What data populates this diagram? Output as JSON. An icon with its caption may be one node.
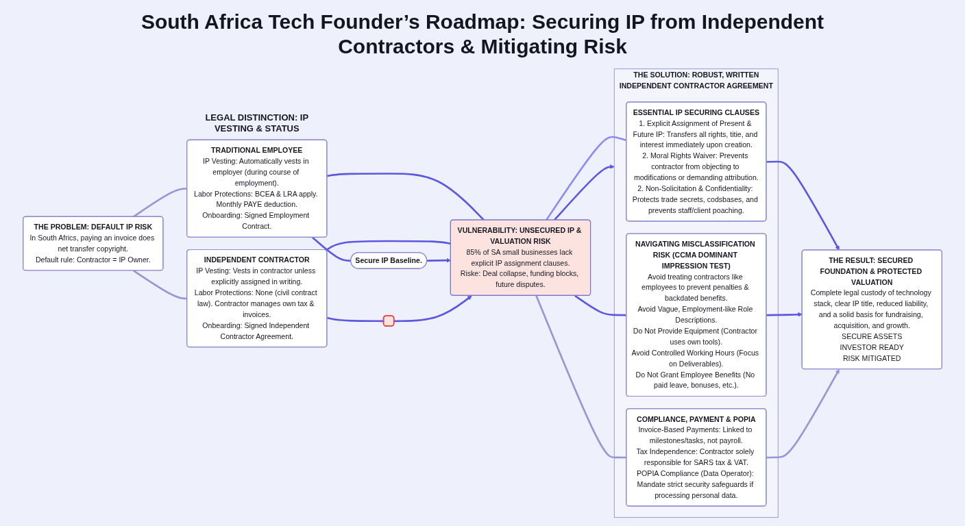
{
  "diagram": {
    "title": "South Africa Tech Founder’s Roadmap: Securing IP from Independent Contractors & Mitigating Risk",
    "nodes": [
      {
        "text": [
          "THE PROBLEM: DEFAULT IP RISK",
          "In South Africs, paying an invoice does net transfer copyright.",
          "Default rule: Contractor = IP Owner."
        ]
      },
      {
        "text": [
          "TRADITIONAL EMPLOYEE",
          "IP Vesting: Automatically vests in employer (during course of employment).",
          "Labor Protections: BCEA & LRA apply. Monthly PAYE deduction.",
          "Onboarding: Signed Employment Contract."
        ]
      },
      {
        "text": [
          "INDEPENDENT CONTRACTOR",
          "IP Vesting: Vests in contractor unless explicitly assigned in writing.",
          "Labor Protections: None (civil contract law). Contractor manages own tax & invoices.",
          "Onbearding: Signed Independent Contractor Agreement."
        ]
      },
      {
        "text": [
          "Secure IP Baseline."
        ]
      },
      {
        "text": [],
        "shape": "box"
      },
      {
        "text": [
          "VULNERABILITY: UNSECURED IP & VALUATION RISK",
          "85% of SA small businesses lack explicit IP assignment clauses.",
          "Riske: Deal collapse, funding blocks, future disputes."
        ]
      },
      {
        "text": [
          "THE SOLUTION: ROBUST, WRITTEN INDEPENDENT CONTRACTOR AGREEMENT"
        ]
      },
      {
        "text": [
          "ESSENTIAL IP SECURING CLAUSES",
          "1. Explicit Assignment of Present & Future IP: Transfers all rights, titie, and interest immediately upon creation.",
          "2. Moral Rights Waiver: Prevents contractor from objecting to modifications or demanding attribution.",
          "2. Non-Solicitation & Confidentiality: Protects trade secrets, codsbases, and prevents staff/client poaching."
        ],
        "in": 6
      },
      {
        "text": [
          "NAVIGATING MISCLASSIFICATION RISK (CCMA DOMINANT IMPRESSION TEST)",
          "Avoid treating contractors like employees to prevent penalties & backdated benefits.",
          "Avoid Vague, Employment-like Role Descriptions.",
          "Do Not Provide Equipment (Contractor uses own tools).",
          "Avoid Controlled Working Hours (Focus on Deliverables).",
          "Do Not Grant Employee Benefits (No paid leave, bonuses, etc.)."
        ],
        "in": 6
      },
      {
        "text": [
          "COMPLIANCE, PAYMENT & POPIA",
          "Invoice-Based Payments: Linked to milestones/tasks, not payroll.",
          "Tax Independence: Contractor solely responsible for SARS tax & VAT.",
          "POPIA Compliance (Data Operator): Mandate strict security safeguards if processing personal data."
        ],
        "in": 6
      },
      {
        "text": [
          "THE RESULT: SECURED FOUNDATION & PROTECTED VALUATION",
          "Complete legal custody of technology stack, clear IP title, reduced liability, and a solid basis for fundraising, acquisition, and growth.",
          "SECURE ASSETS",
          "INVESTOR READY",
          "RISK MITIGATED"
        ]
      }
    ],
    "edges": [
      {
        "from": 0,
        "to": 1,
        "arrow": "none",
        "color": "#9894d6"
      },
      {
        "from": 0,
        "to": 2,
        "arrow": "none",
        "color": "#9894d6"
      },
      {
        "from": 1,
        "to": 3,
        "arrow": "none"
      },
      {
        "from": 1,
        "to": 5,
        "arrow": "none"
      },
      {
        "from": 2,
        "to": 5,
        "arrow": "none"
      },
      {
        "from": 2,
        "to": 4,
        "arrow": "none"
      },
      {
        "from": 3,
        "to": 5,
        "arrow": "to"
      },
      {
        "from": 4,
        "to": 5,
        "arrow": "to"
      },
      {
        "from": 5,
        "to": 6,
        "arrow": "to"
      },
      {
        "from": 5,
        "to": 7,
        "arrow": "none",
        "color": "#8e8bf0"
      },
      {
        "from": 5,
        "to": 8,
        "arrow": "none"
      },
      {
        "from": 5,
        "to": 9,
        "arrow": "none",
        "color": "#9894d6"
      },
      {
        "from": 7,
        "to": 10,
        "arrow": "to"
      },
      {
        "from": 8,
        "to": 10,
        "arrow": "to"
      },
      {
        "from": 9,
        "to": 10,
        "arrow": "to",
        "color": "#9894d6"
      }
    ],
    "labels": [
      "LEGAL DISTINCTION: IP VESTING & STATUS"
    ]
  }
}
